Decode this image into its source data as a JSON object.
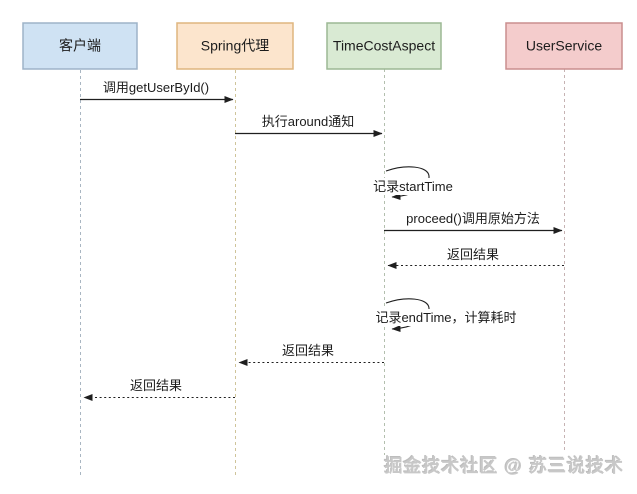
{
  "diagram": {
    "type": "sequence-diagram",
    "participants": [
      {
        "label": "客户端",
        "fill": "#cfe2f3",
        "border": "#9db3c8",
        "lifeline_color": "#a9b6c2"
      },
      {
        "label": "Spring代理",
        "fill": "#fce5cd",
        "border": "#dfb57f",
        "lifeline_color": "#cfc49a"
      },
      {
        "label": "TimeCostAspect",
        "fill": "#d9ead3",
        "border": "#9cb894",
        "lifeline_color": "#b3bfae"
      },
      {
        "label": "UserService",
        "fill": "#f4cccc",
        "border": "#ca8e8e",
        "lifeline_color": "#c6b3b3"
      }
    ],
    "messages": [
      {
        "from": "客户端",
        "to": "Spring代理",
        "label": "调用getUserById()",
        "style": "solid"
      },
      {
        "from": "Spring代理",
        "to": "TimeCostAspect",
        "label": "执行around通知",
        "style": "solid"
      },
      {
        "from": "TimeCostAspect",
        "to": "TimeCostAspect",
        "label": "记录startTime",
        "style": "self"
      },
      {
        "from": "TimeCostAspect",
        "to": "UserService",
        "label": "proceed()调用原始方法",
        "style": "solid"
      },
      {
        "from": "UserService",
        "to": "TimeCostAspect",
        "label": "返回结果",
        "style": "dashed"
      },
      {
        "from": "TimeCostAspect",
        "to": "TimeCostAspect",
        "label": "记录endTime，计算耗时",
        "style": "self"
      },
      {
        "from": "TimeCostAspect",
        "to": "Spring代理",
        "label": "返回结果",
        "style": "dashed"
      },
      {
        "from": "Spring代理",
        "to": "客户端",
        "label": "返回结果",
        "style": "dashed"
      }
    ],
    "arrow_color": "#1f1f1f",
    "watermark": "掘金技术社区 @ 苏三说技术"
  }
}
